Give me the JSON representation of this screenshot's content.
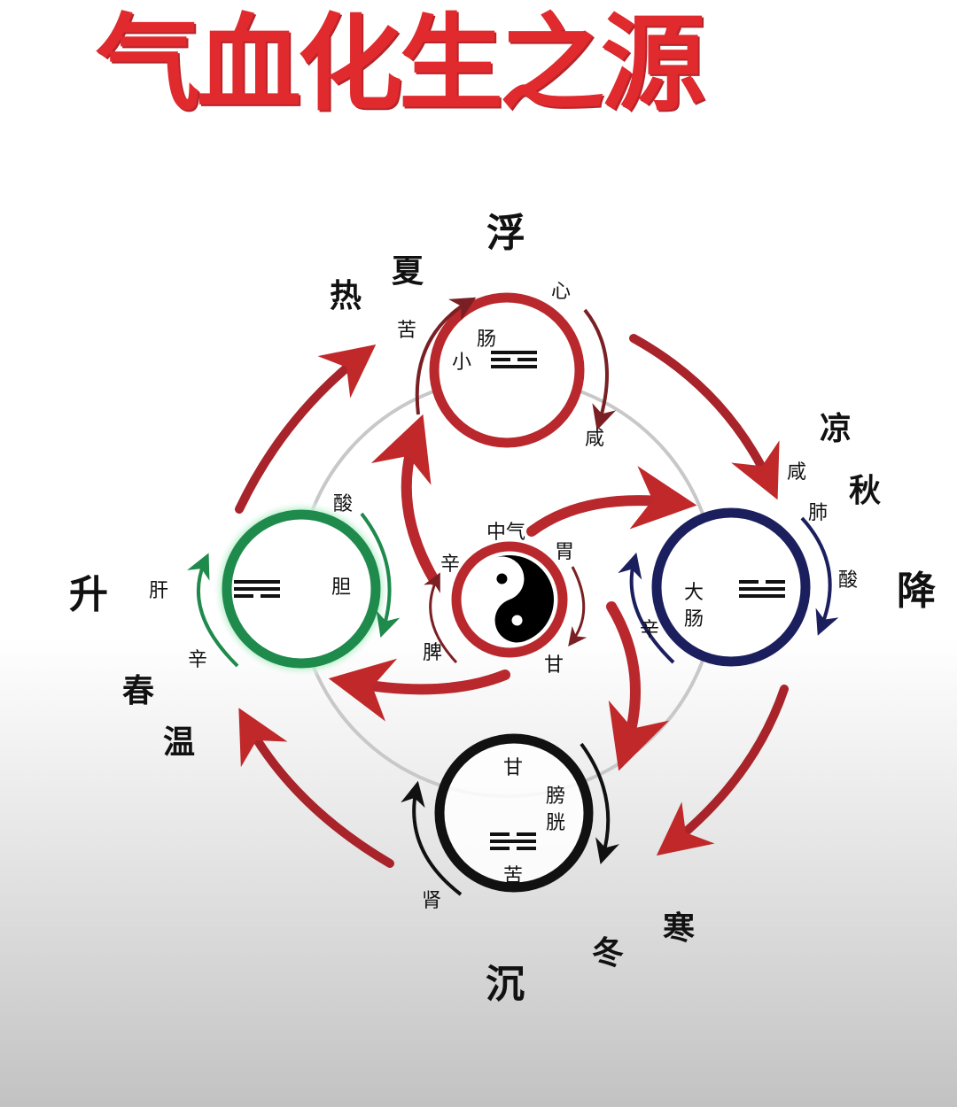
{
  "title": "气血化生之源",
  "colors": {
    "title": "#e02a2e",
    "heart_ring": "#b8282c",
    "liver_ring": "#1e8a4c",
    "lung_ring": "#1c1f5e",
    "kidney_ring": "#111111",
    "center_ring": "#b8282c",
    "big_arrow": "#c0282a",
    "guide_circle": "#c8c8c8"
  },
  "directions": {
    "up": "浮",
    "down": "沉",
    "left": "升",
    "right": "降"
  },
  "seasons": {
    "summer": {
      "season": "夏",
      "climate": "热"
    },
    "autumn": {
      "season": "秋",
      "climate": "凉"
    },
    "winter": {
      "season": "冬",
      "climate": "寒"
    },
    "spring": {
      "season": "春",
      "climate": "温"
    }
  },
  "organs": {
    "top": {
      "zang": "心",
      "fu_line1": "小",
      "fu_line2": "肠",
      "taste_in": "苦",
      "taste_out": "咸",
      "trigram": "离",
      "trigram_lines": [
        "solid",
        "broken",
        "solid"
      ]
    },
    "left": {
      "zang": "肝",
      "fu": "胆",
      "taste_in": "辛",
      "taste_out": "酸",
      "trigram": "巽",
      "trigram_lines": [
        "solid",
        "solid",
        "broken"
      ]
    },
    "right": {
      "zang": "肺",
      "fu_line1": "大",
      "fu_line2": "肠",
      "taste_in": "咸",
      "taste_out": "酸",
      "taste_left": "辛",
      "trigram": "兑",
      "trigram_lines": [
        "broken",
        "solid",
        "solid"
      ]
    },
    "bottom": {
      "zang": "肾",
      "fu_line1": "膀",
      "fu_line2": "胱",
      "taste_top": "甘",
      "taste_bottom": "苦",
      "trigram": "坎",
      "trigram_lines": [
        "broken",
        "solid",
        "broken"
      ]
    },
    "center": {
      "label": "中气",
      "zang": "脾",
      "fu": "胃",
      "taste_left": "辛",
      "taste_right": "甘",
      "symbol": "yin-yang"
    }
  }
}
